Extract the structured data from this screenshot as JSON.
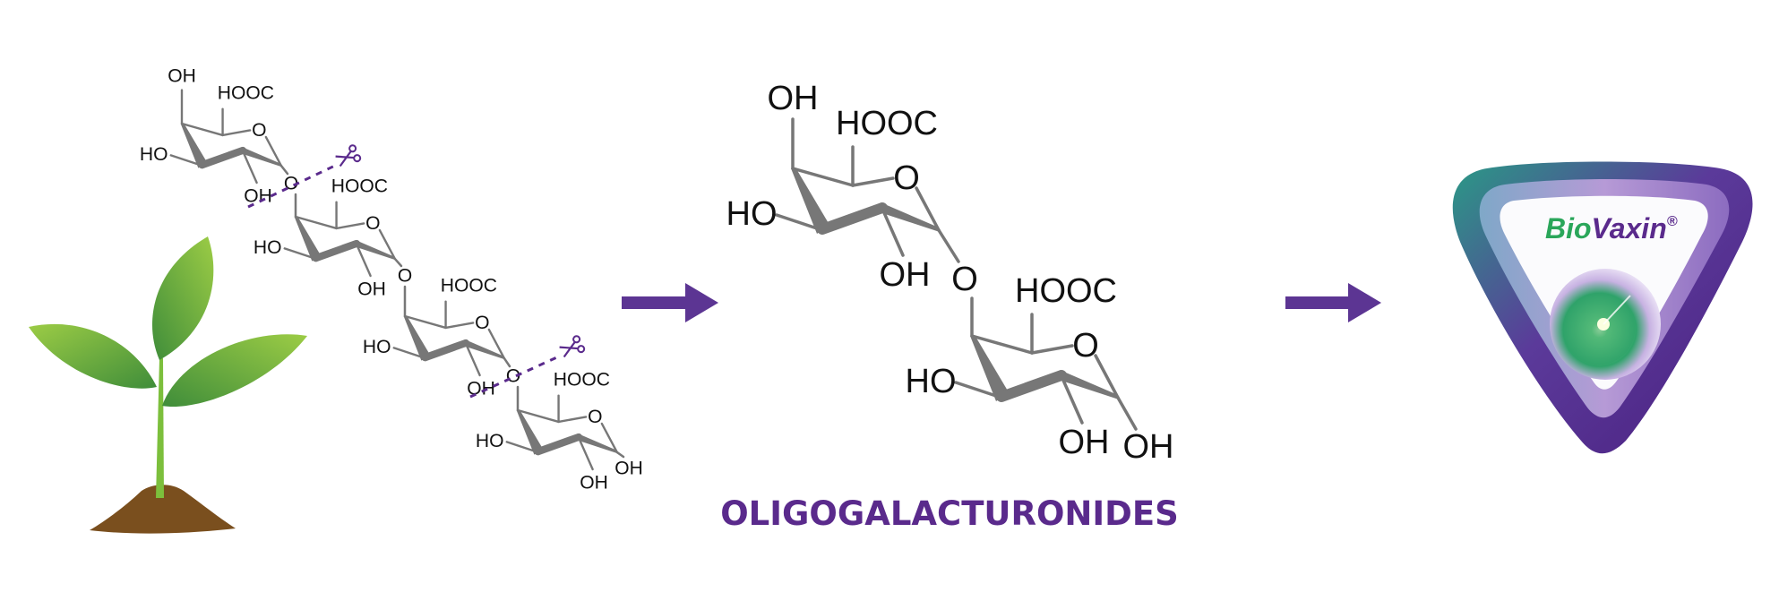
{
  "molecule_labels": {
    "hydroxyl": "OH",
    "hydroxyl_left": "HO",
    "carboxyl": "HOOC",
    "oxygen": "O"
  },
  "title": "OLIGOGALACTURONIDES",
  "logo": {
    "brand_part1": "Bio",
    "brand_part2": "Vaxin",
    "registered": "®"
  },
  "colors": {
    "accent_purple": "#5a2a8c",
    "bond_gray": "#777777",
    "brand_green": "#2aa65a",
    "leaf_green": "#6fb33a",
    "soil_brown": "#7a4f1e"
  }
}
